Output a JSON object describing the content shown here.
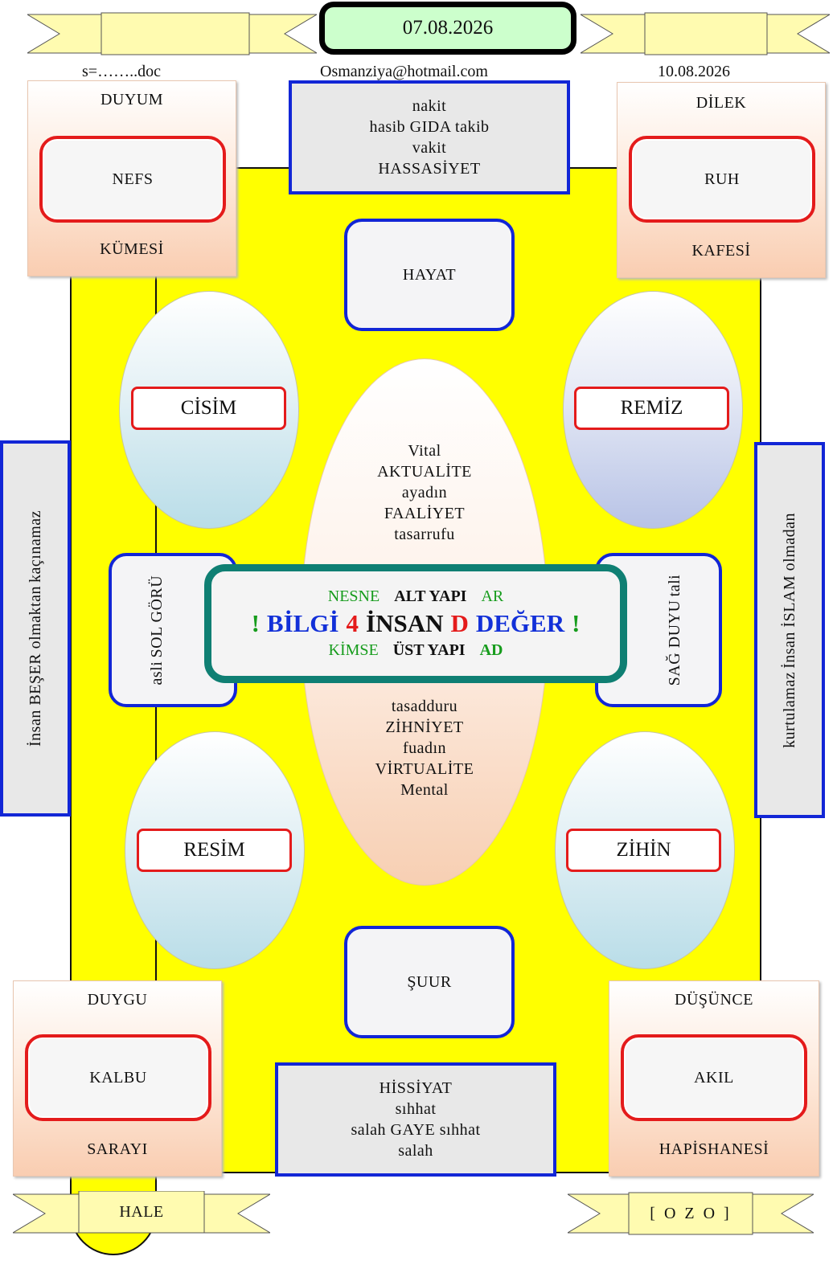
{
  "header": {
    "date_center": "07.08.2026",
    "file_label": "s=……..doc",
    "email": "Osmanziya@hotmail.com",
    "date_right": "10.08.2026"
  },
  "corners": {
    "top_left": {
      "top": "DUYUM",
      "inner": "NEFS",
      "bottom": "KÜMESİ"
    },
    "top_right": {
      "top": "DİLEK",
      "inner": "RUH",
      "bottom": "KAFESİ"
    },
    "bottom_left": {
      "top": "DUYGU",
      "inner": "KALBU",
      "bottom": "SARAYI"
    },
    "bottom_right": {
      "top": "DÜŞÜNCE",
      "inner": "AKIL",
      "bottom": "HAPİSHANESİ"
    }
  },
  "top_box": [
    "nakit",
    "hasib GIDA takib",
    "vakit",
    "HASSASİYET"
  ],
  "bottom_box": [
    "HİSSİYAT",
    "sıhhat",
    "salah GAYE sıhhat",
    "salah"
  ],
  "hayat": "HAYAT",
  "suur": "ŞUUR",
  "eggs": {
    "cisim": "CİSİM",
    "remiz": "REMİZ",
    "resim": "RESİM",
    "zihin": "ZİHİN"
  },
  "center_ellipse_top": [
    "Vital",
    "AKTUALİTE",
    "ayadın",
    "FAALİYET",
    "tasarrufu"
  ],
  "center_ellipse_bottom": [
    "tasadduru",
    "ZİHNİYET",
    "fuadın",
    "VİRTUALİTE",
    "Mental"
  ],
  "left_side": {
    "line1": "asli",
    "line2": "SOL GÖRÜ"
  },
  "right_side": {
    "line1": "SAĞ DUYU",
    "line2": "tali"
  },
  "outer_left": {
    "line1": "İnsan BEŞER olmaktan",
    "line2": "kaçınamaz"
  },
  "outer_right": {
    "line1": "kurtulamaz",
    "line2": "İnsan İSLAM olmadan"
  },
  "center": {
    "row1": {
      "a": "NESNE",
      "b": "ALT YAPI",
      "c": "AR"
    },
    "main": {
      "ex1": "!",
      "w1": "BİLGİ",
      "num": "4",
      "w2": "İNSAN",
      "letter": "D",
      "w3": "DEĞER",
      "ex2": "!"
    },
    "row3": {
      "a": "KİMSE",
      "b": "ÜST YAPI",
      "c": "AD"
    }
  },
  "ribbons": {
    "bottom_left": "HALE",
    "bottom_right": "[ O Z O ]"
  },
  "colors": {
    "board": "#ffff00",
    "red_frame": "#e41b1b",
    "blue_frame": "#1226d6",
    "teal_frame": "#0f7f73",
    "green_text": "#169c1c",
    "blue_text": "#1230d8"
  }
}
